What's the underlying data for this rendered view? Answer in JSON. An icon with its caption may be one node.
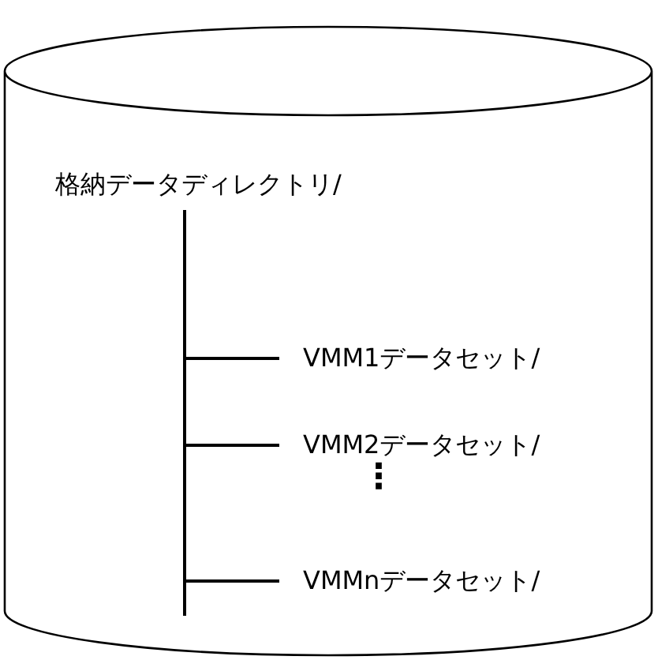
{
  "diagram": {
    "nodes": [
      {
        "text": [],
        "shape": "cylinder"
      },
      {
        "text": [
          "格納データディレクトリ/"
        ],
        "in": 0
      },
      {
        "text": [
          "VMM1データセット/"
        ],
        "in": 0
      },
      {
        "text": [
          "VMM2データセット/"
        ],
        "in": 0
      },
      {
        "text": [
          "VMMnデータセット/"
        ],
        "in": 0
      }
    ],
    "edges": [
      {
        "from": 1,
        "to": 2,
        "arrow": "none"
      },
      {
        "from": 1,
        "to": 3,
        "arrow": "none"
      },
      {
        "from": 1,
        "to": 4,
        "arrow": "none"
      }
    ],
    "labels": [
      "⋮"
    ]
  }
}
